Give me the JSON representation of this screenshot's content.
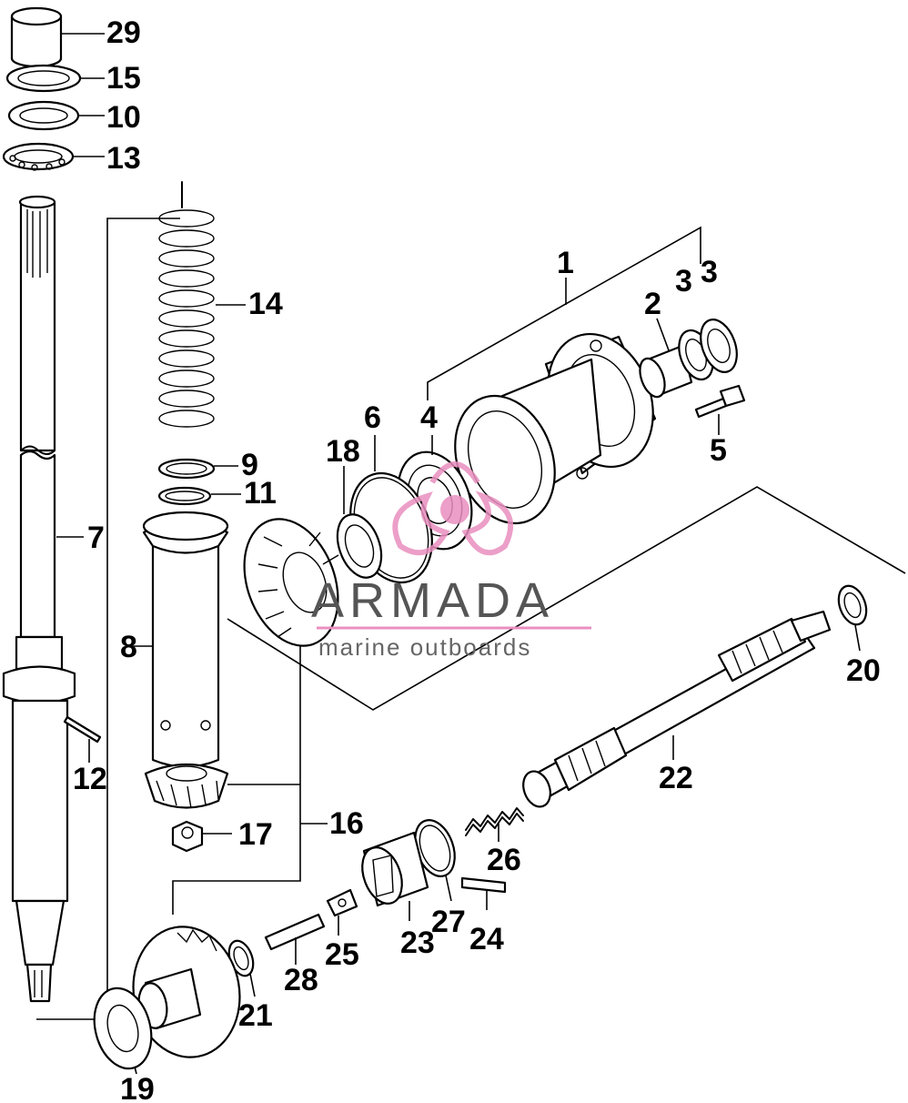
{
  "diagram": {
    "callouts": [
      {
        "id": "29",
        "label": "29"
      },
      {
        "id": "15",
        "label": "15"
      },
      {
        "id": "10",
        "label": "10"
      },
      {
        "id": "13",
        "label": "13"
      },
      {
        "id": "14",
        "label": "14"
      },
      {
        "id": "1",
        "label": "1"
      },
      {
        "id": "2",
        "label": "2"
      },
      {
        "id": "3a",
        "label": "3"
      },
      {
        "id": "3b",
        "label": "3"
      },
      {
        "id": "6",
        "label": "6"
      },
      {
        "id": "4",
        "label": "4"
      },
      {
        "id": "18",
        "label": "18"
      },
      {
        "id": "5",
        "label": "5"
      },
      {
        "id": "9",
        "label": "9"
      },
      {
        "id": "11",
        "label": "11"
      },
      {
        "id": "7",
        "label": "7"
      },
      {
        "id": "8",
        "label": "8"
      },
      {
        "id": "20",
        "label": "20"
      },
      {
        "id": "12",
        "label": "12"
      },
      {
        "id": "22",
        "label": "22"
      },
      {
        "id": "16",
        "label": "16"
      },
      {
        "id": "17",
        "label": "17"
      },
      {
        "id": "26",
        "label": "26"
      },
      {
        "id": "27",
        "label": "27"
      },
      {
        "id": "24",
        "label": "24"
      },
      {
        "id": "23",
        "label": "23"
      },
      {
        "id": "25",
        "label": "25"
      },
      {
        "id": "28",
        "label": "28"
      },
      {
        "id": "21",
        "label": "21"
      },
      {
        "id": "19",
        "label": "19"
      }
    ]
  },
  "watermark": {
    "brand": "ARMADA",
    "tagline": "marine outboards",
    "logo_color": "#e98fbf",
    "text_color": "#5a5a5a"
  },
  "colors": {
    "line": "#000000",
    "background": "#ffffff"
  }
}
